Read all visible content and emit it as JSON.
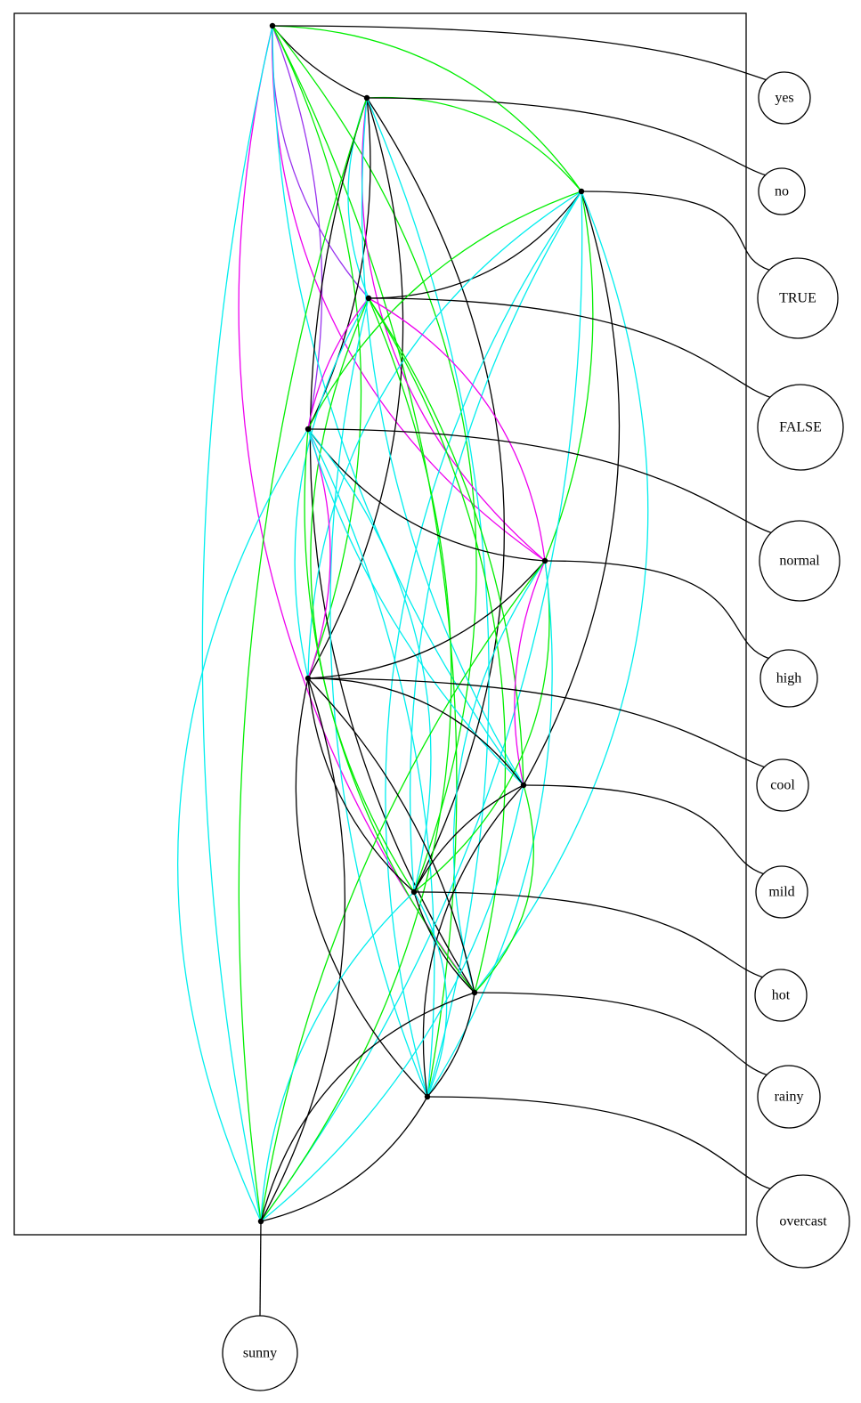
{
  "diagram": {
    "colors": {
      "black": "#000000",
      "green": "#00ee00",
      "cyan": "#00eeee",
      "magenta": "#ee00ee",
      "purple": "#9933ee"
    },
    "labels": [
      {
        "id": "yes",
        "text": "yes"
      },
      {
        "id": "no",
        "text": "no"
      },
      {
        "id": "TRUE",
        "text": "TRUE"
      },
      {
        "id": "FALSE",
        "text": "FALSE"
      },
      {
        "id": "normal",
        "text": "normal"
      },
      {
        "id": "high",
        "text": "high"
      },
      {
        "id": "cool",
        "text": "cool"
      },
      {
        "id": "mild",
        "text": "mild"
      },
      {
        "id": "hot",
        "text": "hot"
      },
      {
        "id": "rainy",
        "text": "rainy"
      },
      {
        "id": "overcast",
        "text": "overcast"
      },
      {
        "id": "sunny",
        "text": "sunny"
      }
    ],
    "edges": [
      {
        "from": "yes",
        "to": "no",
        "color": "black"
      },
      {
        "from": "yes",
        "to": "TRUE",
        "color": "green"
      },
      {
        "from": "yes",
        "to": "FALSE",
        "color": "purple"
      },
      {
        "from": "yes",
        "to": "normal",
        "color": "purple"
      },
      {
        "from": "yes",
        "to": "high",
        "color": "magenta"
      },
      {
        "from": "yes",
        "to": "cool",
        "color": "green"
      },
      {
        "from": "yes",
        "to": "mild",
        "color": "cyan"
      },
      {
        "from": "yes",
        "to": "hot",
        "color": "green"
      },
      {
        "from": "yes",
        "to": "rainy",
        "color": "magenta"
      },
      {
        "from": "yes",
        "to": "overcast",
        "color": "green"
      },
      {
        "from": "yes",
        "to": "sunny",
        "color": "cyan"
      },
      {
        "from": "no",
        "to": "TRUE",
        "color": "green"
      },
      {
        "from": "no",
        "to": "FALSE",
        "color": "cyan"
      },
      {
        "from": "no",
        "to": "normal",
        "color": "black"
      },
      {
        "from": "no",
        "to": "high",
        "color": "magenta"
      },
      {
        "from": "no",
        "to": "cool",
        "color": "black"
      },
      {
        "from": "no",
        "to": "mild",
        "color": "cyan"
      },
      {
        "from": "no",
        "to": "hot",
        "color": "black"
      },
      {
        "from": "no",
        "to": "rainy",
        "color": "black"
      },
      {
        "from": "no",
        "to": "overcast",
        "color": "cyan"
      },
      {
        "from": "no",
        "to": "sunny",
        "color": "green"
      },
      {
        "from": "TRUE",
        "to": "FALSE",
        "color": "black"
      },
      {
        "from": "TRUE",
        "to": "normal",
        "color": "green"
      },
      {
        "from": "TRUE",
        "to": "high",
        "color": "green"
      },
      {
        "from": "TRUE",
        "to": "cool",
        "color": "cyan"
      },
      {
        "from": "TRUE",
        "to": "mild",
        "color": "black"
      },
      {
        "from": "TRUE",
        "to": "hot",
        "color": "cyan"
      },
      {
        "from": "TRUE",
        "to": "rainy",
        "color": "cyan"
      },
      {
        "from": "TRUE",
        "to": "overcast",
        "color": "cyan"
      },
      {
        "from": "TRUE",
        "to": "sunny",
        "color": "cyan"
      },
      {
        "from": "FALSE",
        "to": "normal",
        "color": "magenta"
      },
      {
        "from": "FALSE",
        "to": "high",
        "color": "magenta"
      },
      {
        "from": "FALSE",
        "to": "cool",
        "color": "cyan"
      },
      {
        "from": "FALSE",
        "to": "mild",
        "color": "green"
      },
      {
        "from": "FALSE",
        "to": "hot",
        "color": "green"
      },
      {
        "from": "FALSE",
        "to": "rainy",
        "color": "green"
      },
      {
        "from": "FALSE",
        "to": "overcast",
        "color": "cyan"
      },
      {
        "from": "FALSE",
        "to": "sunny",
        "color": "green"
      },
      {
        "from": "normal",
        "to": "high",
        "color": "black"
      },
      {
        "from": "normal",
        "to": "cool",
        "color": "magenta"
      },
      {
        "from": "normal",
        "to": "mild",
        "color": "cyan"
      },
      {
        "from": "normal",
        "to": "hot",
        "color": "cyan"
      },
      {
        "from": "normal",
        "to": "rainy",
        "color": "green"
      },
      {
        "from": "normal",
        "to": "overcast",
        "color": "cyan"
      },
      {
        "from": "normal",
        "to": "sunny",
        "color": "cyan"
      },
      {
        "from": "high",
        "to": "cool",
        "color": "black"
      },
      {
        "from": "high",
        "to": "mild",
        "color": "magenta"
      },
      {
        "from": "high",
        "to": "hot",
        "color": "green"
      },
      {
        "from": "high",
        "to": "rainy",
        "color": "cyan"
      },
      {
        "from": "high",
        "to": "overcast",
        "color": "cyan"
      },
      {
        "from": "high",
        "to": "sunny",
        "color": "green"
      },
      {
        "from": "cool",
        "to": "mild",
        "color": "black"
      },
      {
        "from": "cool",
        "to": "hot",
        "color": "black"
      },
      {
        "from": "cool",
        "to": "rainy",
        "color": "black"
      },
      {
        "from": "cool",
        "to": "overcast",
        "color": "black"
      },
      {
        "from": "cool",
        "to": "sunny",
        "color": "black"
      },
      {
        "from": "mild",
        "to": "hot",
        "color": "black"
      },
      {
        "from": "mild",
        "to": "rainy",
        "color": "green"
      },
      {
        "from": "mild",
        "to": "overcast",
        "color": "black"
      },
      {
        "from": "mild",
        "to": "sunny",
        "color": "cyan"
      },
      {
        "from": "hot",
        "to": "rainy",
        "color": "black"
      },
      {
        "from": "hot",
        "to": "overcast",
        "color": "cyan"
      },
      {
        "from": "hot",
        "to": "sunny",
        "color": "cyan"
      },
      {
        "from": "rainy",
        "to": "overcast",
        "color": "black"
      },
      {
        "from": "rainy",
        "to": "sunny",
        "color": "black"
      },
      {
        "from": "overcast",
        "to": "sunny",
        "color": "black"
      }
    ]
  }
}
